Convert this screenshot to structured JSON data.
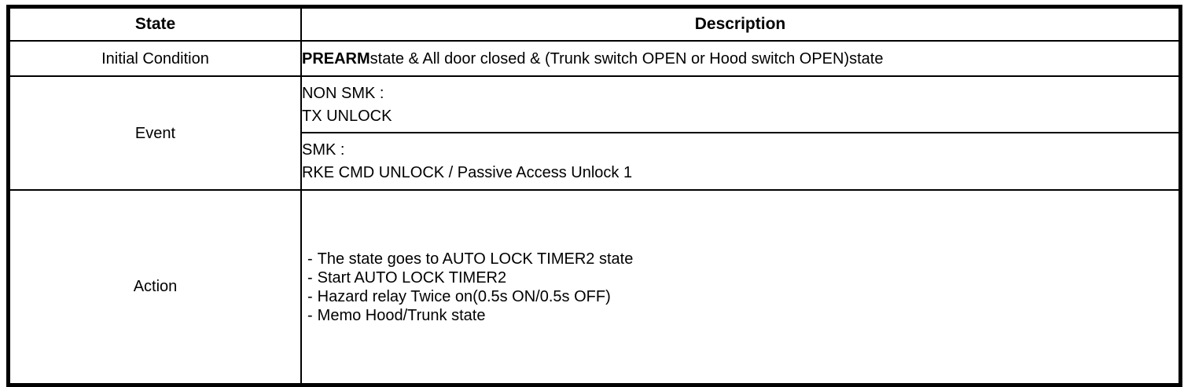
{
  "table": {
    "headers": {
      "state": "State",
      "description": "Description"
    },
    "rows": [
      {
        "state_label": "Initial Condition",
        "description_lines": [
          {
            "bold": "PREARM",
            "rest": "state & All door closed & (Trunk switch OPEN or Hood switch OPEN)state"
          }
        ]
      },
      {
        "state_label": "Event",
        "sub_rows": [
          {
            "line1": "NON SMK :",
            "line2": "TX UNLOCK"
          },
          {
            "line1": "SMK :",
            "line2": "RKE CMD UNLOCK / Passive Access Unlock 1"
          }
        ]
      },
      {
        "state_label": "Action",
        "dash": "-",
        "action_items": [
          "The state goes to AUTO LOCK TIMER2 state",
          "Start AUTO LOCK TIMER2",
          "Hazard relay Twice on(0.5s ON/0.5s OFF)",
          "Memo Hood/Trunk state"
        ]
      }
    ]
  },
  "colors": {
    "border": "#000000",
    "background": "#ffffff",
    "text": "#000000"
  }
}
